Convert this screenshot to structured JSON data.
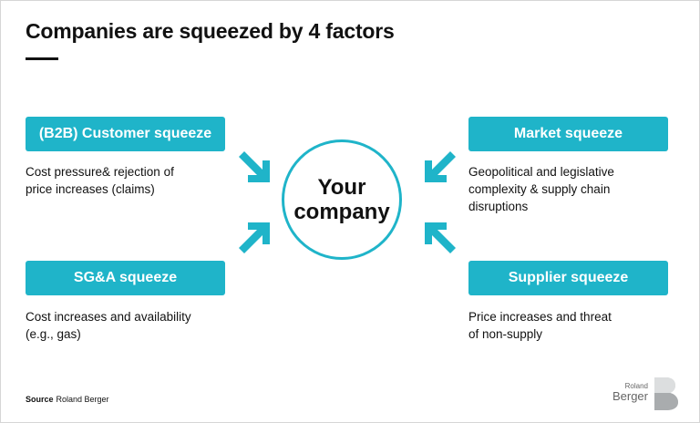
{
  "title": "Companies are squeezed by 4 factors",
  "center": {
    "label": "Your\ncompany"
  },
  "factors": {
    "customer": {
      "label": "(B2B) Customer squeeze",
      "description": "Cost pressure& rejection of\nprice increases (claims)"
    },
    "market": {
      "label": "Market squeeze",
      "description": "Geopolitical and legislative\ncomplexity & supply chain\ndisruptions"
    },
    "sga": {
      "label": "SG&A squeeze",
      "description": "Cost increases and availability\n(e.g., gas)"
    },
    "supplier": {
      "label": "Supplier squeeze",
      "description": "Price increases and threat\nof non-supply"
    }
  },
  "footer": {
    "source_label": "Source",
    "source_text": "Roland Berger"
  },
  "logo": {
    "line1": "Roland",
    "line2": "Berger"
  },
  "colors": {
    "accent": "#1fb4c9",
    "text": "#111111",
    "logo": "#b9bcbe"
  }
}
